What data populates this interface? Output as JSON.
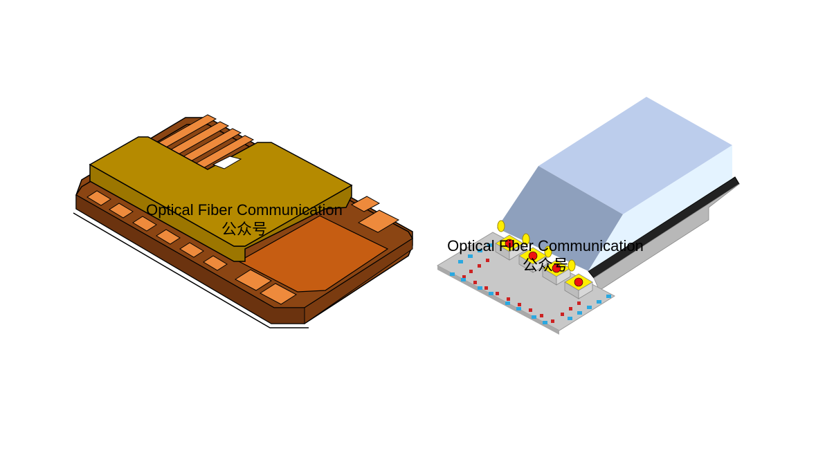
{
  "watermarks": [
    {
      "line1": "Optical Fiber Communication",
      "line2": "公众号"
    },
    {
      "line1": "Optical Fiber Communication",
      "line2": "公众号"
    }
  ],
  "colors": {
    "leadframe": "#8b4513",
    "leadframe_dark": "#6b330f",
    "lead_pad": "#ee8a3c",
    "exposed_pad": "#c65d12",
    "lid": "#b58a00",
    "lid_dark": "#9c7600",
    "substrate": "#c8c8c8",
    "substrate_dark": "#a9a9a9",
    "substrate_pad": "#2aa8e0",
    "trace_dot": "#cc2222",
    "chip_face": "#ffee00",
    "chip_dot": "#ee1111",
    "cap_top": "#bccdec",
    "cap_front": "#8ea0bd",
    "cap_side": "#e4f3ff",
    "cap_base_dark": "#222222",
    "cap_base_gray": "#b8b8b8"
  }
}
